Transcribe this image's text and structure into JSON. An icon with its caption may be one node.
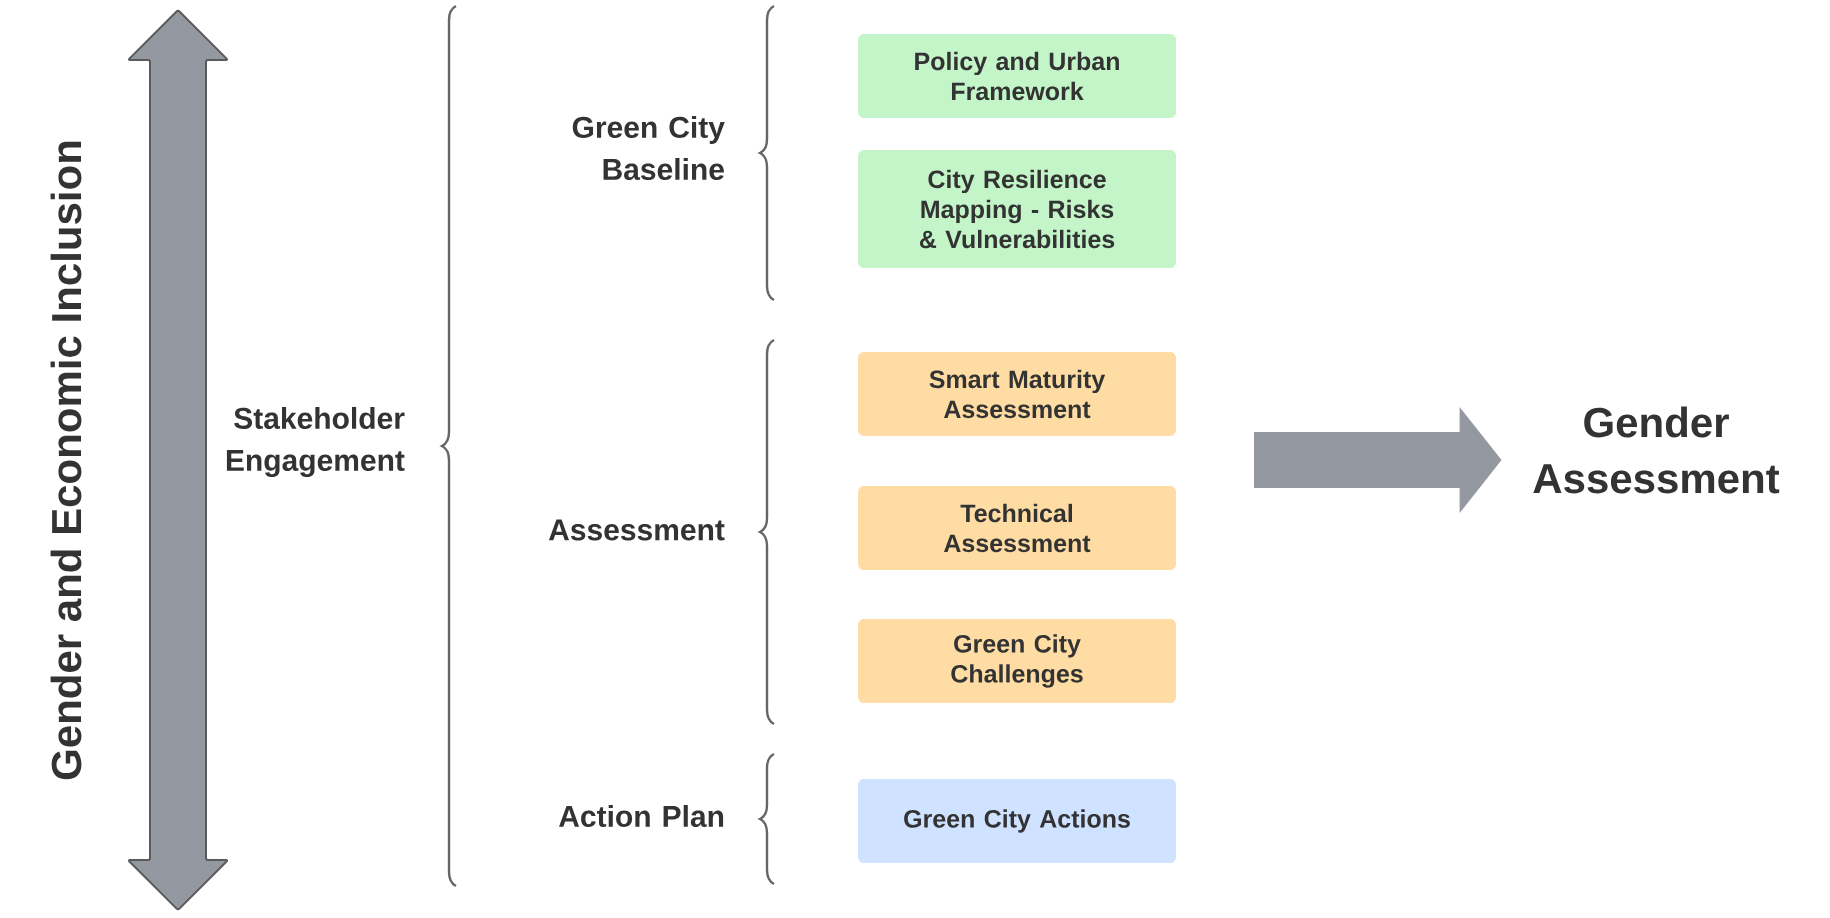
{
  "diagram": {
    "nodes": [
      {
        "text": [
          "Policy and Urban Framework"
        ]
      },
      {
        "text": [
          "City Resilience Mapping - Risks & Vulnerabilities"
        ]
      },
      {
        "text": [
          "Smart Maturity Assessment"
        ]
      },
      {
        "text": [
          "Technical Assessment"
        ]
      },
      {
        "text": [
          "Green City Challenges"
        ]
      },
      {
        "text": [
          "Green City Actions"
        ]
      },
      {
        "text": [
          "Gender Assessment"
        ]
      }
    ],
    "edges": [
      {
        "from": null,
        "to": 6,
        "arrow": "to"
      }
    ],
    "labels": [
      "Gender and Economic Inclusion",
      "Stakeholder Engagement",
      "Green City Baseline",
      "Assessment",
      "Action Plan"
    ]
  }
}
